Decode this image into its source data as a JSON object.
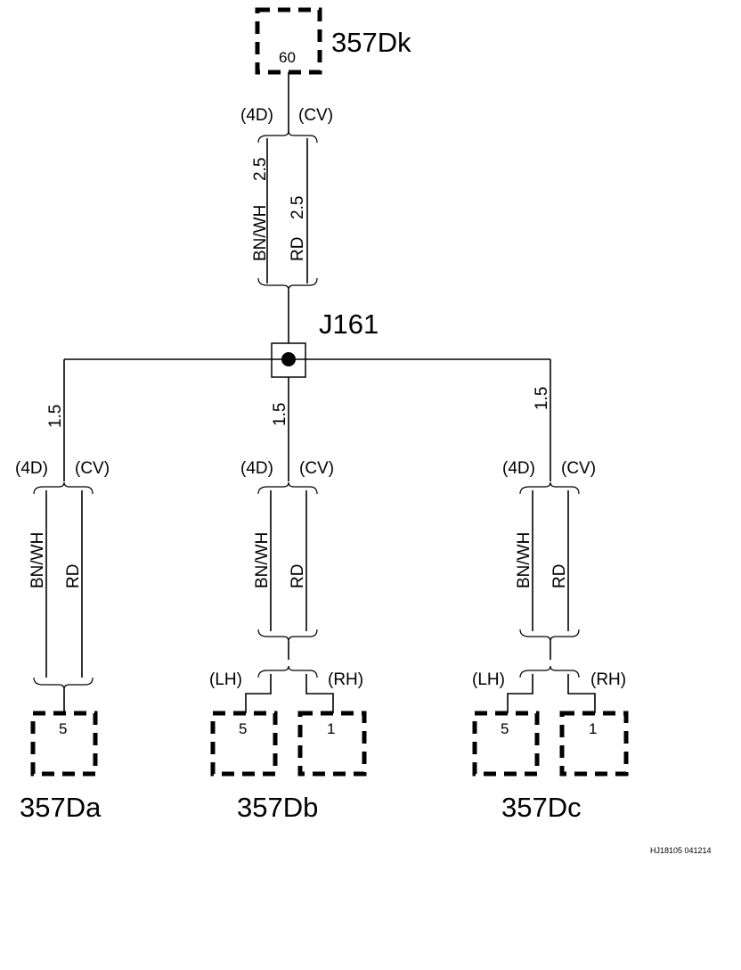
{
  "connectors": {
    "dk": {
      "name": "357Dk",
      "pin": "60"
    },
    "da": {
      "name": "357Da",
      "pin": "5"
    },
    "db": {
      "name": "357Db",
      "pin_left": "5",
      "pin_right": "1"
    },
    "dc": {
      "name": "357Dc",
      "pin_left": "5",
      "pin_right": "1"
    }
  },
  "splice": {
    "name": "J161"
  },
  "variants": {
    "four_door": "(4D)",
    "convertible": "(CV)",
    "left_hand": "(LH)",
    "right_hand": "(RH)"
  },
  "wires": {
    "top": {
      "color_4d": "BN/WH",
      "size_4d": "2.5",
      "color_cv": "RD",
      "size_cv": "2.5"
    },
    "branch_size": "1.5",
    "branch_color_4d": "BN/WH",
    "branch_color_cv": "RD"
  },
  "figure_id": "HJ18105 041214"
}
